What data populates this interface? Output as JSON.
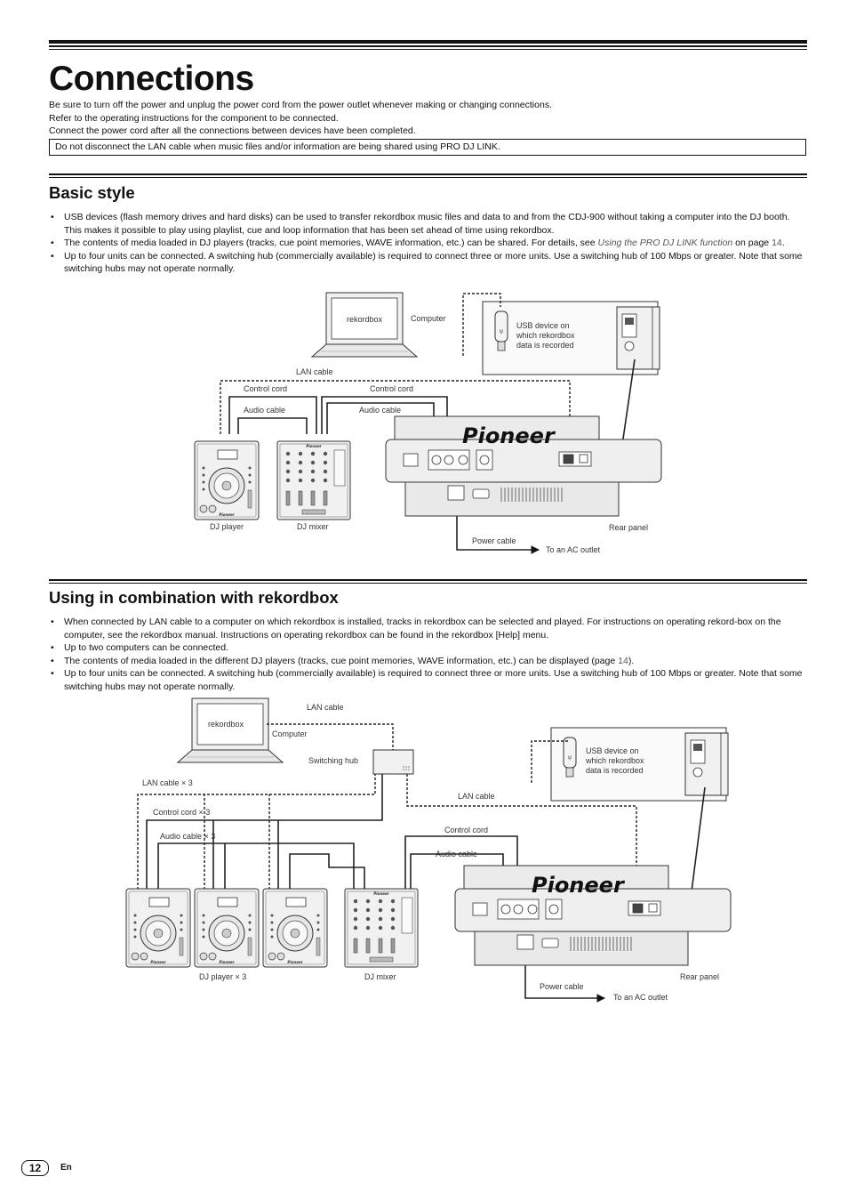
{
  "page": {
    "title": "Connections",
    "intro": [
      "Be sure to turn off the power and unplug the power cord from the power outlet whenever making or changing connections.",
      "Refer to the operating instructions for the component to be connected.",
      "Connect the power cord after all the connections between devices have been completed."
    ],
    "notice": "Do not disconnect the LAN cable when music files and/or information are being shared using PRO DJ LINK."
  },
  "basic": {
    "heading": "Basic style",
    "bullets": {
      "b1": "USB devices (flash memory drives and hard disks) can be used to transfer rekordbox music files and data to and from the CDJ-900 without taking a computer into the DJ booth. This makes it possible to play using playlist, cue and loop information that has been set ahead of time using rekordbox.",
      "b2_pre": "The contents of media loaded in DJ players (tracks, cue point memories, WAVE information, etc.) can be shared. For details, see ",
      "b2_link": "Using the PRO DJ LINK function",
      "b2_mid": " on page ",
      "b2_page": "14",
      "b2_post": ".",
      "b3": "Up to four units can be connected. A switching hub (commercially available) is required to connect three or more units. Use a switching hub of 100 Mbps or greater. Note that some switching hubs may not operate normally."
    },
    "diagram": {
      "screen_text": "rekordbox",
      "computer": "Computer",
      "usb_device": [
        "USB device on",
        "which rekordbox",
        "data is recorded"
      ],
      "lan_cable": "LAN cable",
      "control_cord_1": "Control cord",
      "control_cord_2": "Control cord",
      "audio_cable_1": "Audio cable",
      "audio_cable_2": "Audio cable",
      "dj_player": "DJ player",
      "dj_mixer": "DJ mixer",
      "rear_panel": "Rear panel",
      "power_cable": "Power cable",
      "ac_outlet": "To an AC outlet",
      "brand": "Pioneer"
    }
  },
  "combo": {
    "heading": "Using in combination with rekordbox",
    "bullets": {
      "b1": "When connected by LAN cable to a computer on which rekordbox is installed, tracks in rekordbox can be selected and played. For instructions on operating rekord-box on the computer, see the rekordbox manual. Instructions on operating rekordbox can be found in the rekordbox [Help] menu.",
      "b2": "Up to two computers can be connected.",
      "b3_pre": "The contents of media loaded in the different DJ players (tracks, cue point memories, WAVE information, etc.) can be displayed (page ",
      "b3_page": "14",
      "b3_post": ").",
      "b4": "Up to four units can be connected. A switching hub (commercially available) is required to connect three or more units. Use a switching hub of 100 Mbps or greater. Note that some switching hubs may not operate normally."
    },
    "diagram": {
      "screen_text": "rekordbox",
      "lan_cable_top": "LAN cable",
      "computer": "Computer",
      "switching_hub": "Switching hub",
      "usb_device": [
        "USB device on",
        "which rekordbox",
        "data is recorded"
      ],
      "lan_cable_x3": "LAN cable × 3",
      "lan_cable": "LAN cable",
      "control_cord_x3": "Control cord × 3",
      "audio_cable_x3": "Audio cable × 3",
      "control_cord": "Control cord",
      "audio_cable": "Audio cable",
      "dj_player_x3": "DJ player × 3",
      "dj_mixer": "DJ mixer",
      "rear_panel": "Rear panel",
      "power_cable": "Power cable",
      "ac_outlet": "To an AC outlet",
      "brand": "Pioneer"
    }
  },
  "footer": {
    "page_number": "12",
    "language": "En"
  }
}
